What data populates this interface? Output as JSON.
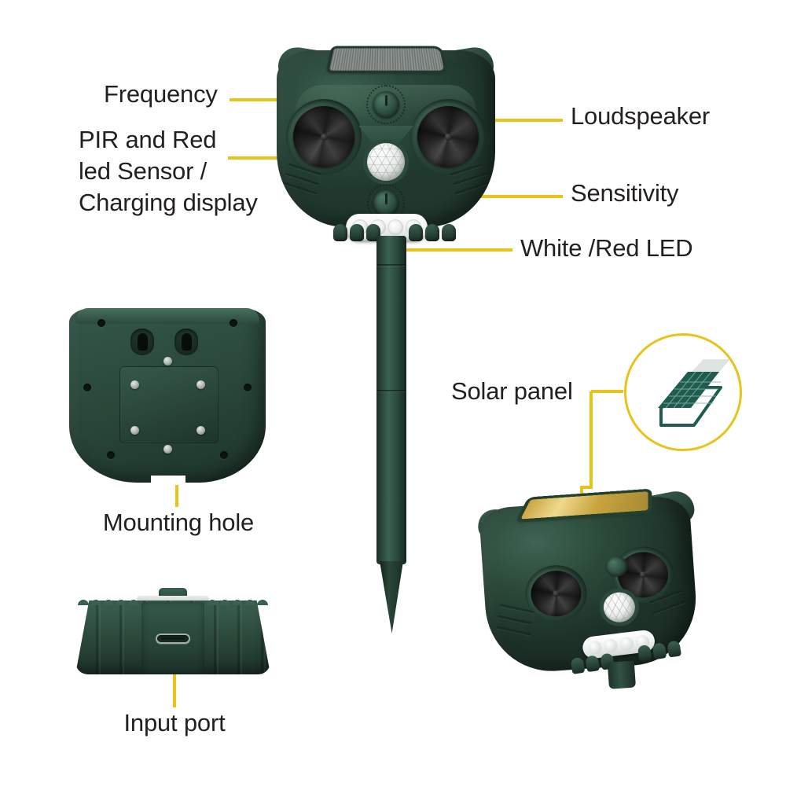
{
  "page": {
    "title": "Solar Ultrasonic Animal Repeller — Feature Callout Diagram",
    "background_color": "#ffffff",
    "accent_color": "#e9c21a",
    "text_color": "#231f20",
    "body_green": "#2a4838"
  },
  "callouts": {
    "frequency": {
      "label": "Frequency"
    },
    "pir_sensor": {
      "label": "PIR and Red\nled Sensor /\nCharging display"
    },
    "loudspeaker": {
      "label": "Loudspeaker"
    },
    "sensitivity": {
      "label": "Sensitivity"
    },
    "white_red_led": {
      "label": "White /Red LED"
    },
    "mounting_hole": {
      "label": "Mounting hole"
    },
    "input_port": {
      "label": "Input port"
    },
    "solar_panel": {
      "label": "Solar panel"
    }
  },
  "views": {
    "front": {
      "name": "front-view-device"
    },
    "stake": {
      "name": "ground-stake"
    },
    "back": {
      "name": "back-plate-view"
    },
    "base": {
      "name": "base-input-port-view"
    },
    "angled": {
      "name": "angled-view-device"
    },
    "badge": {
      "name": "solar-panel-icon-badge"
    }
  },
  "icons": {
    "solar_panel": "solar-panel-icon",
    "usb_c": "usb-c-port-icon",
    "keyhole": "keyhole-mount-icon",
    "pir": "pir-sensor-dome-icon",
    "speaker": "loudspeaker-cone-icon",
    "dial": "rotary-dial-icon",
    "led": "led-lamp-icon"
  }
}
